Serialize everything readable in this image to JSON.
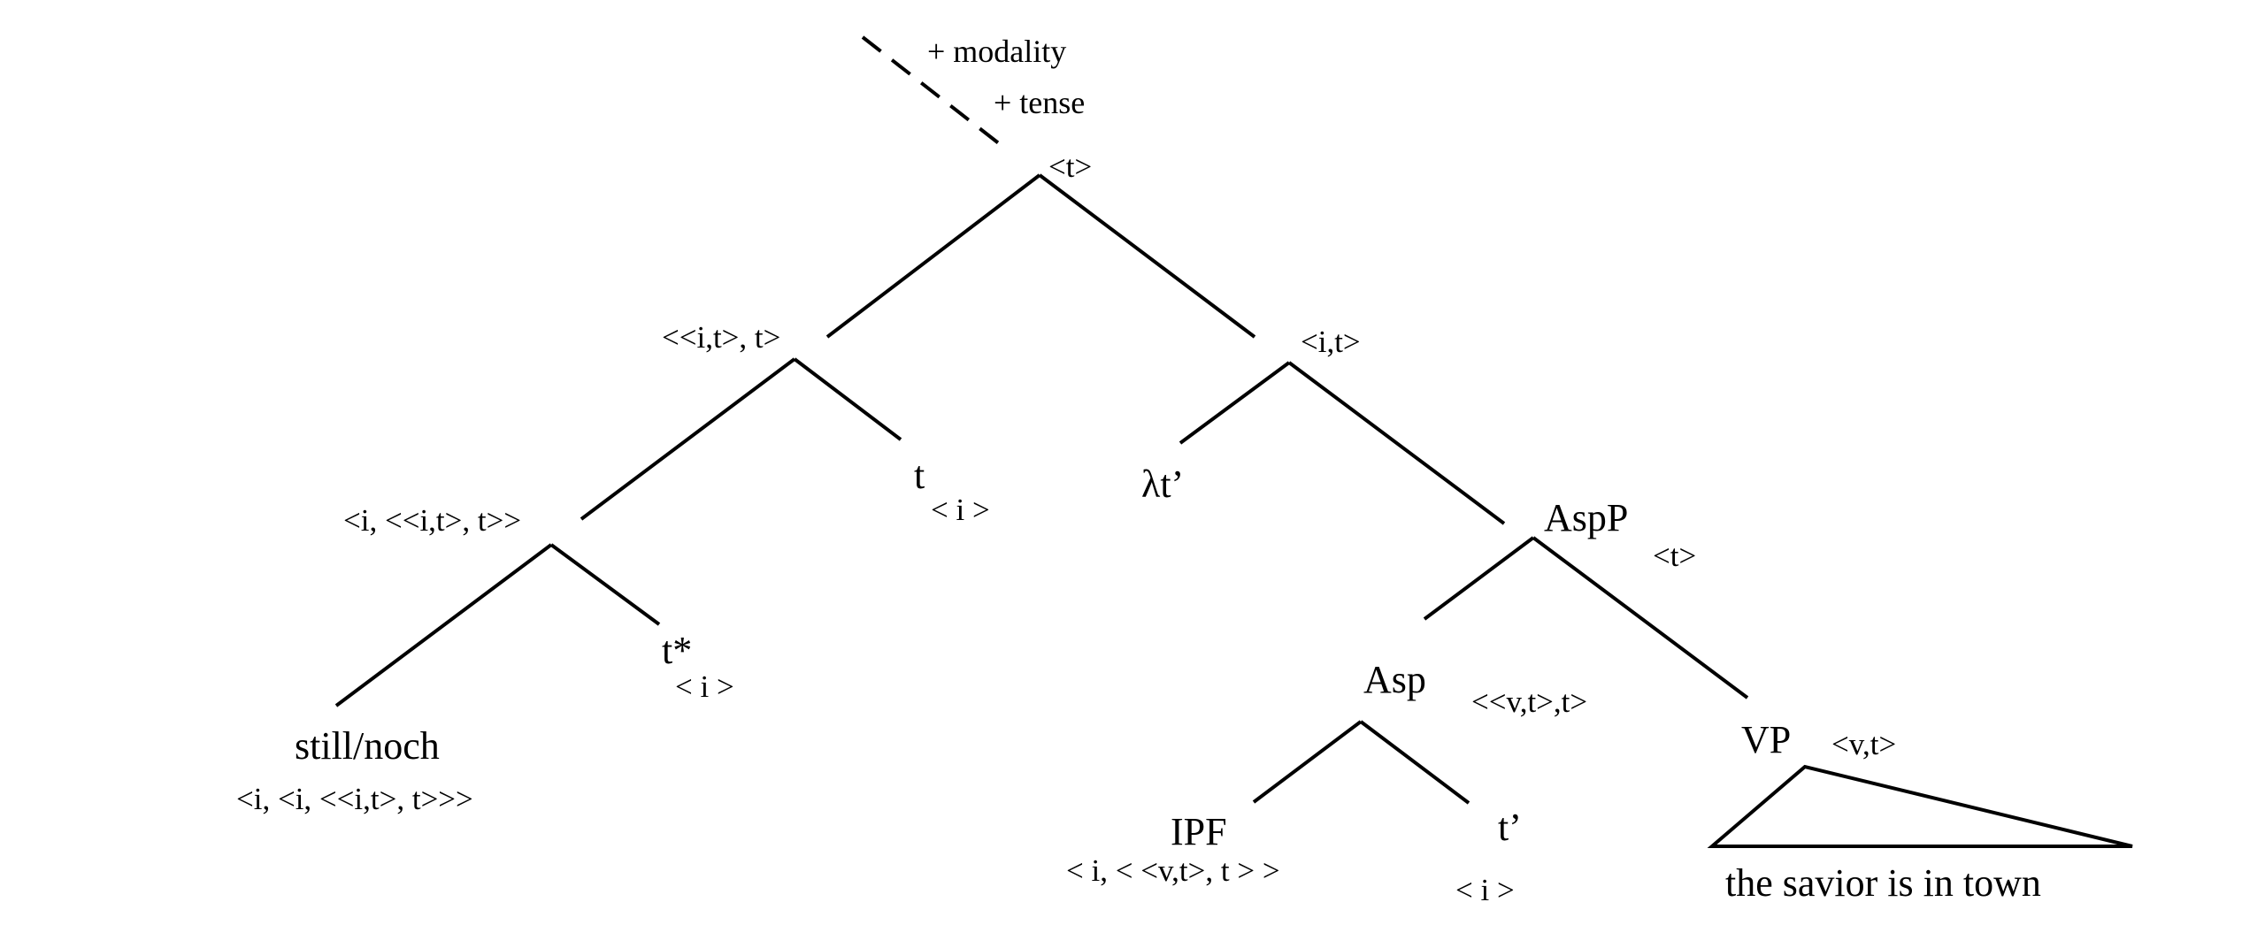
{
  "annotations": {
    "modality": "+ modality",
    "tense": "+ tense"
  },
  "nodes": {
    "root": {
      "type": "<t>"
    },
    "n1": {
      "type": "<<i,t>, t>"
    },
    "n2": {
      "type": "<i, <<i,t>, t>>"
    },
    "still": {
      "label": "still/noch",
      "type": "<i, <i, <<i,t>, t>>>"
    },
    "tstar": {
      "label": "t*",
      "type": "< i >"
    },
    "t": {
      "label": "t",
      "type": "< i >"
    },
    "n3": {
      "type": "<i,t>"
    },
    "lambda": {
      "label": "λt’"
    },
    "aspp": {
      "label": "AspP",
      "type": "<t>"
    },
    "asp": {
      "label": "Asp",
      "type": "<<v,t>,t>"
    },
    "ipf": {
      "label": "IPF",
      "type": "< i, < <v,t>, t > >"
    },
    "tprime": {
      "label": "t’",
      "type": "< i >"
    },
    "vp": {
      "label": "VP",
      "type": "<v,t>"
    },
    "vp_content": {
      "text": "the savior is in town"
    }
  }
}
